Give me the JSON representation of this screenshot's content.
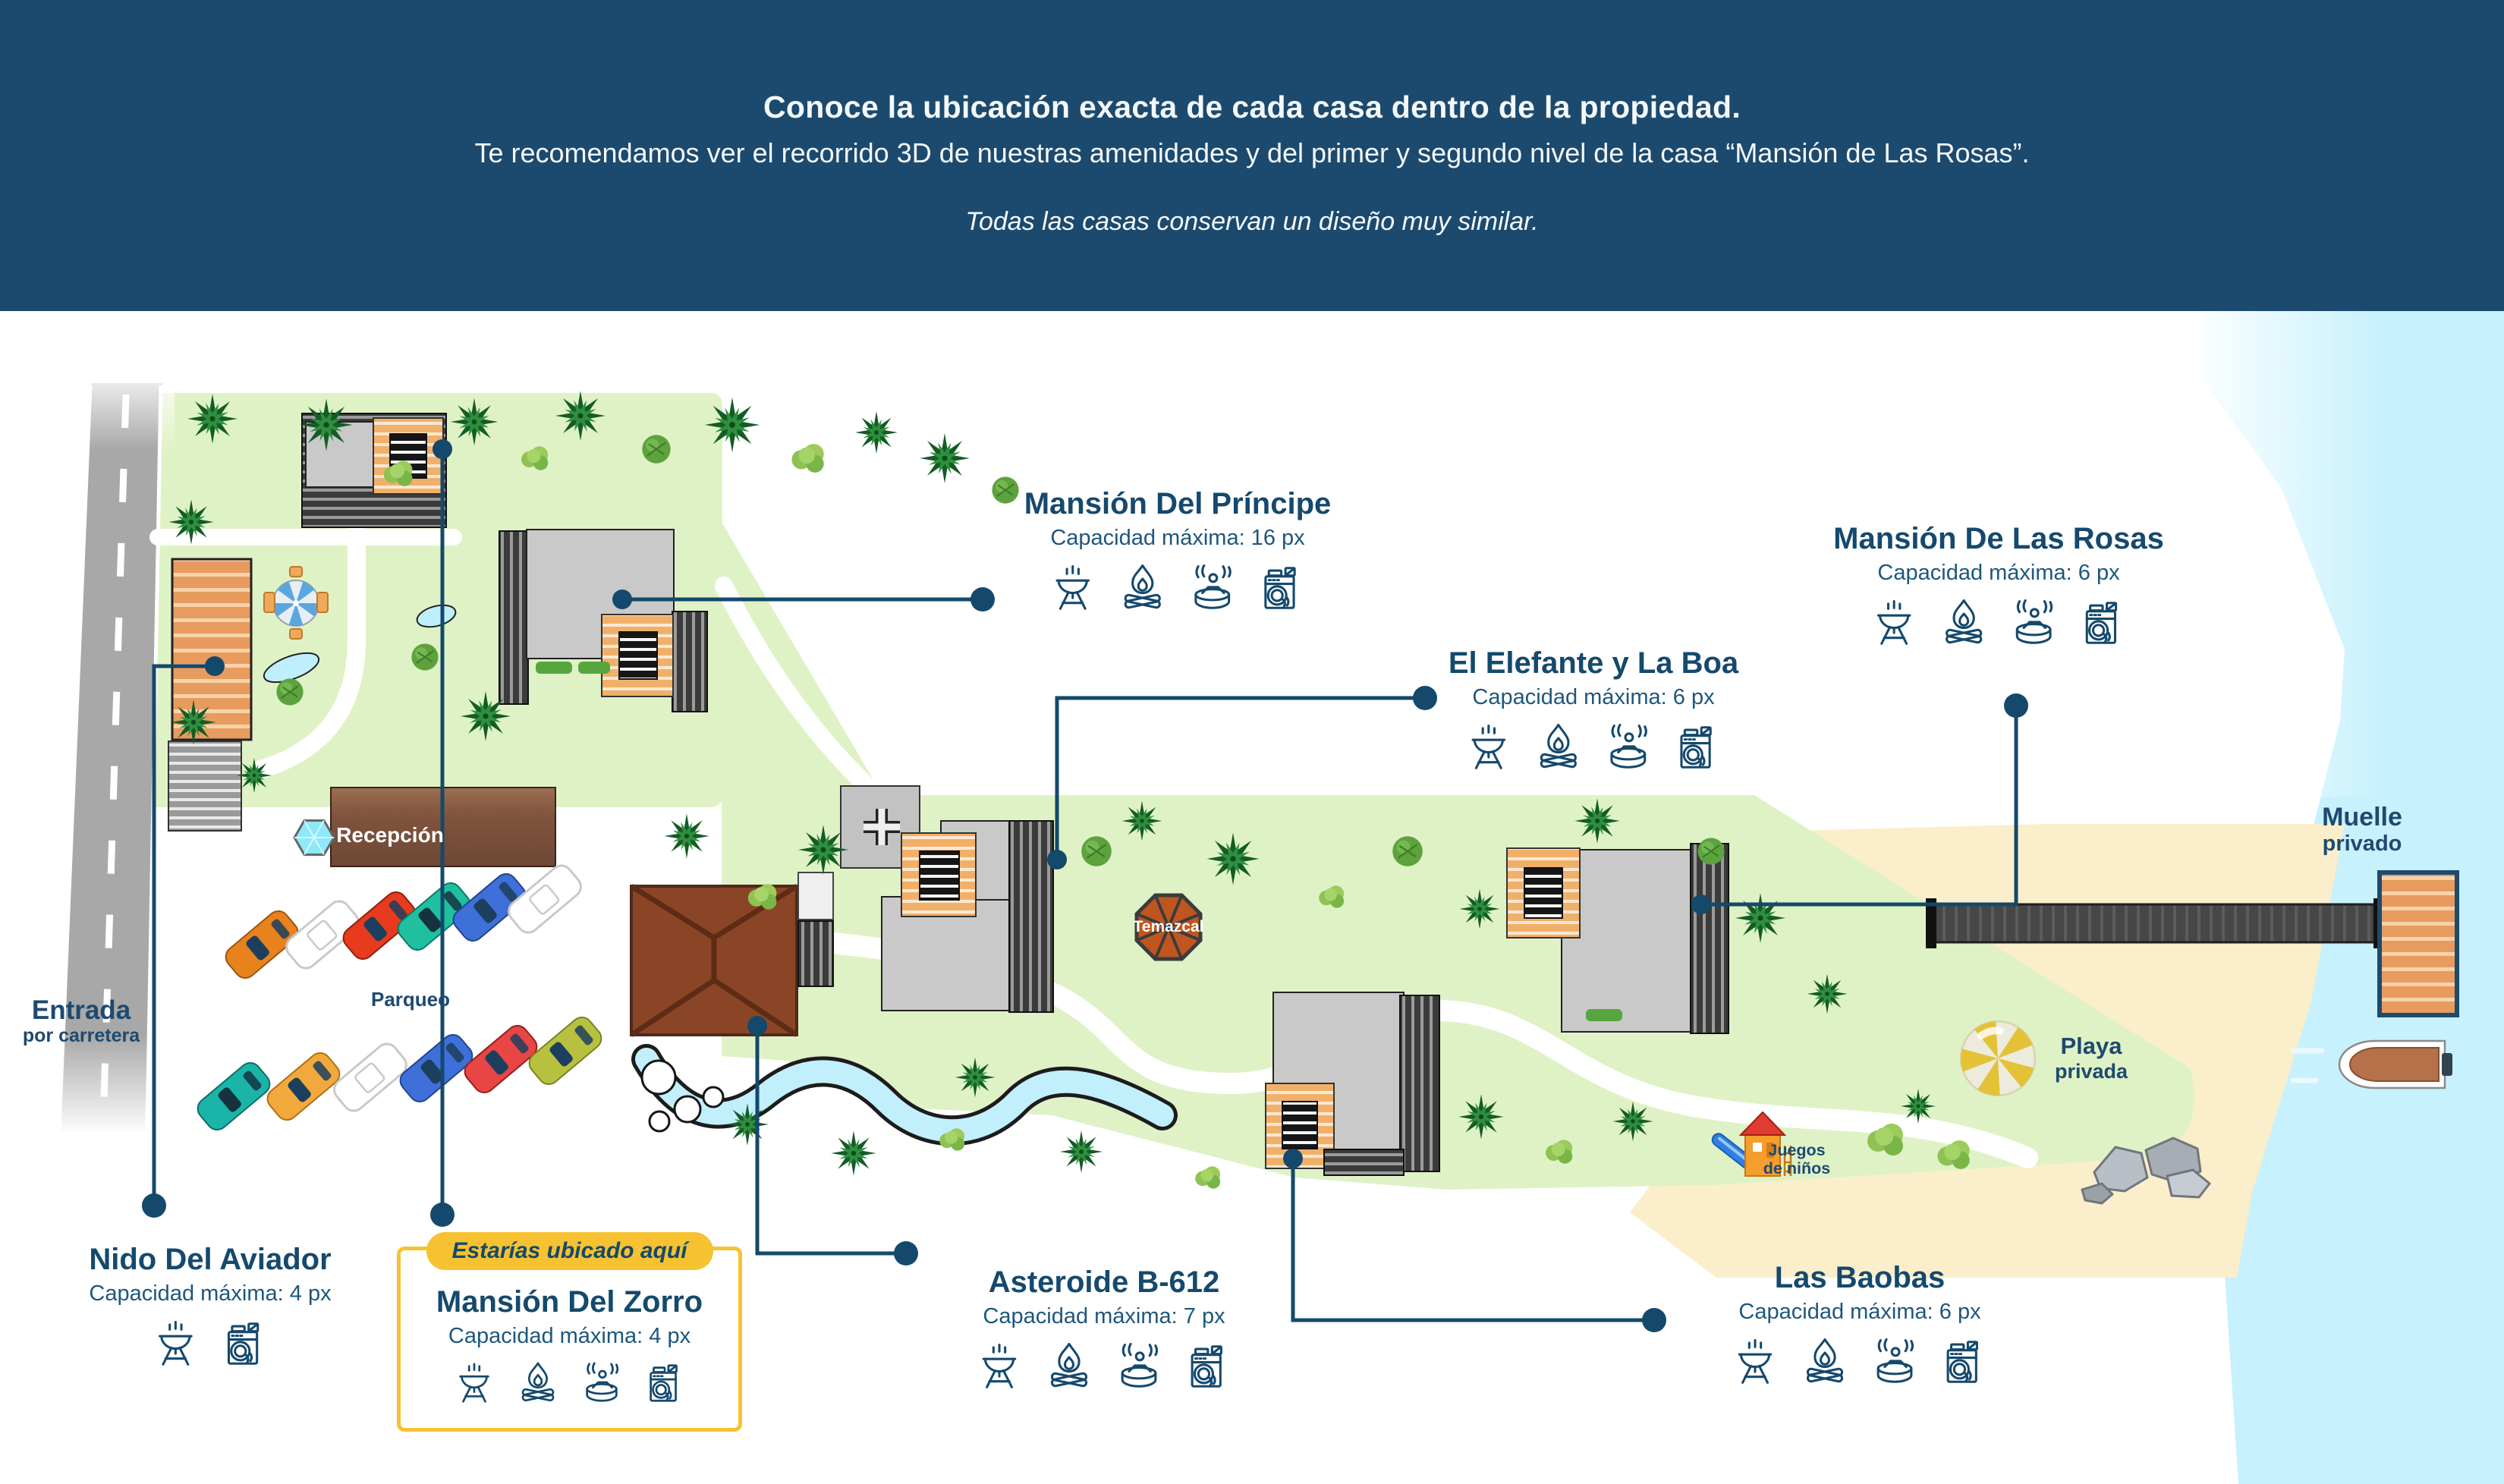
{
  "header": {
    "title": "Conoce la ubicación exacta de cada casa dentro de la propiedad.",
    "subtitle": "Te recomendamos ver el recorrido 3D de nuestras amenidades y del primer y segundo nivel de la casa “Mansión de Las Rosas”.",
    "note": "Todas las casas conservan un diseño muy similar."
  },
  "badge": {
    "label": "Estarías ubicado aquí"
  },
  "houses": [
    {
      "id": "principe",
      "name": "Mansión Del Príncipe",
      "capacity": "Capacidad máxima: 16 px",
      "amenities": [
        "grill",
        "campfire",
        "hot-tub",
        "laundry"
      ]
    },
    {
      "id": "rosas",
      "name": "Mansión De Las Rosas",
      "capacity": "Capacidad máxima: 6 px",
      "amenities": [
        "grill",
        "campfire",
        "hot-tub",
        "laundry"
      ]
    },
    {
      "id": "elefante",
      "name": "El Elefante y La Boa",
      "capacity": "Capacidad máxima: 6 px",
      "amenities": [
        "grill",
        "campfire",
        "hot-tub",
        "laundry"
      ]
    },
    {
      "id": "nido",
      "name": "Nido Del Aviador",
      "capacity": "Capacidad máxima: 4 px",
      "amenities": [
        "grill",
        "laundry"
      ]
    },
    {
      "id": "zorro",
      "name": "Mansión Del Zorro",
      "capacity": "Capacidad máxima: 4 px",
      "amenities": [
        "grill",
        "campfire",
        "hot-tub",
        "laundry"
      ],
      "highlighted": true
    },
    {
      "id": "asteroide",
      "name": "Asteroide B-612",
      "capacity": "Capacidad máxima: 7 px",
      "amenities": [
        "grill",
        "campfire",
        "hot-tub",
        "laundry"
      ]
    },
    {
      "id": "baobas",
      "name": "Las Baobas",
      "capacity": "Capacidad máxima: 6 px",
      "amenities": [
        "grill",
        "campfire",
        "hot-tub",
        "laundry"
      ]
    }
  ],
  "map_labels": {
    "entrada_line1": "Entrada",
    "entrada_line2": "por carretera",
    "parqueo": "Parqueo",
    "recepcion": "Recepción",
    "temazcal": "Temazcal",
    "muelle_line1": "Muelle",
    "muelle_line2": "privado",
    "playa_line1": "Playa",
    "playa_line2": "privada",
    "juegos_line1": "Juegos",
    "juegos_line2": "de niños"
  },
  "amenity_icons": {
    "grill": "grill-icon",
    "campfire": "campfire-icon",
    "hot-tub": "hot-tub-icon",
    "laundry": "laundry-icon"
  },
  "colors": {
    "header_bg": "#1c4a6e",
    "accent_navy": "#15496d",
    "highlight_yellow": "#f6c231",
    "water": "#c7f1fd",
    "sand": "#faeecb",
    "grass": "#dff2c6",
    "road": "#a8a8a8"
  }
}
